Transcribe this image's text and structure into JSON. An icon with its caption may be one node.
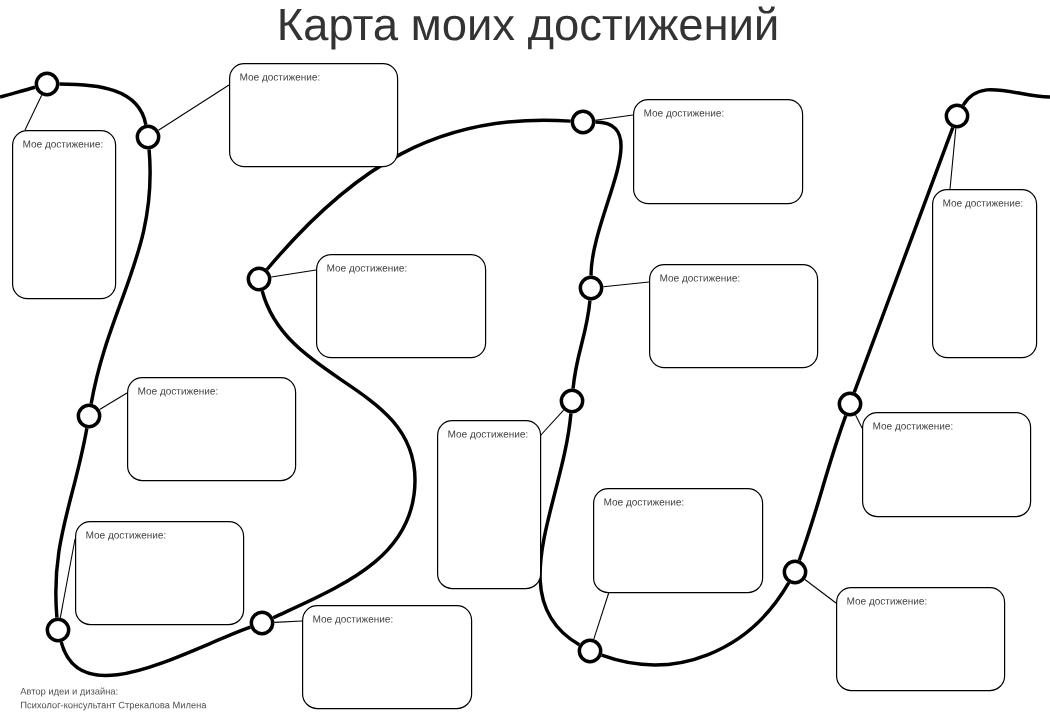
{
  "diagram": {
    "title": "Карта моих достижений",
    "nodes": [
      {
        "text": [],
        "shape": "circle"
      },
      {
        "text": [
          "Мое достижение:"
        ]
      },
      {
        "text": [],
        "shape": "circle"
      },
      {
        "text": [
          "Мое достижение:"
        ]
      },
      {
        "text": [],
        "shape": "circle"
      },
      {
        "text": [
          "Мое достижение:"
        ]
      },
      {
        "text": [],
        "shape": "circle"
      },
      {
        "text": [
          "Мое достижение:"
        ]
      },
      {
        "text": [],
        "shape": "circle"
      },
      {
        "text": [
          "Мое достижение:"
        ]
      },
      {
        "text": [],
        "shape": "circle"
      },
      {
        "text": [
          "Мое достижение:"
        ]
      },
      {
        "text": [],
        "shape": "circle"
      },
      {
        "text": [
          "Мое достижение:"
        ]
      },
      {
        "text": [],
        "shape": "circle"
      },
      {
        "text": [
          "Мое достижение:"
        ]
      },
      {
        "text": [],
        "shape": "circle"
      },
      {
        "text": [
          "Мое достижение:"
        ]
      },
      {
        "text": [],
        "shape": "circle"
      },
      {
        "text": [
          "Мое достижение:"
        ]
      },
      {
        "text": [],
        "shape": "circle"
      },
      {
        "text": [
          "Мое достижение:"
        ]
      },
      {
        "text": [],
        "shape": "circle"
      },
      {
        "text": [
          "Мое достижение:"
        ]
      },
      {
        "text": [],
        "shape": "circle"
      },
      {
        "text": [
          "Мое достижение:"
        ]
      }
    ],
    "edges": [
      {
        "from": null,
        "to": 0,
        "arrow": "none"
      },
      {
        "from": 0,
        "to": 2,
        "arrow": "none"
      },
      {
        "from": 2,
        "to": 4,
        "arrow": "none"
      },
      {
        "from": 4,
        "to": 6,
        "arrow": "none"
      },
      {
        "from": 6,
        "to": 8,
        "arrow": "none"
      },
      {
        "from": 8,
        "to": 10,
        "arrow": "none"
      },
      {
        "from": 10,
        "to": 12,
        "arrow": "none"
      },
      {
        "from": 12,
        "to": 14,
        "arrow": "none"
      },
      {
        "from": 14,
        "to": 16,
        "arrow": "none"
      },
      {
        "from": 16,
        "to": 18,
        "arrow": "none"
      },
      {
        "from": 18,
        "to": 20,
        "arrow": "none"
      },
      {
        "from": 20,
        "to": 22,
        "arrow": "none"
      },
      {
        "from": 22,
        "to": 24,
        "arrow": "none"
      },
      {
        "from": 24,
        "to": null,
        "arrow": "none"
      },
      {
        "from": 0,
        "to": 1,
        "arrow": "none"
      },
      {
        "from": 2,
        "to": 3,
        "arrow": "none"
      },
      {
        "from": 4,
        "to": 5,
        "arrow": "none"
      },
      {
        "from": 6,
        "to": 7,
        "arrow": "none"
      },
      {
        "from": 8,
        "to": 9,
        "arrow": "none"
      },
      {
        "from": 10,
        "to": 11,
        "arrow": "none"
      },
      {
        "from": 12,
        "to": 13,
        "arrow": "none"
      },
      {
        "from": 14,
        "to": 15,
        "arrow": "none"
      },
      {
        "from": 16,
        "to": 17,
        "arrow": "none"
      },
      {
        "from": 18,
        "to": 19,
        "arrow": "none"
      },
      {
        "from": 20,
        "to": 21,
        "arrow": "none"
      },
      {
        "from": 22,
        "to": 23,
        "arrow": "none"
      },
      {
        "from": 24,
        "to": 25,
        "arrow": "none"
      }
    ],
    "labels": [
      "Автор идеи и дизайна:",
      "Психолог-консультант Стрекалова Милена"
    ]
  }
}
